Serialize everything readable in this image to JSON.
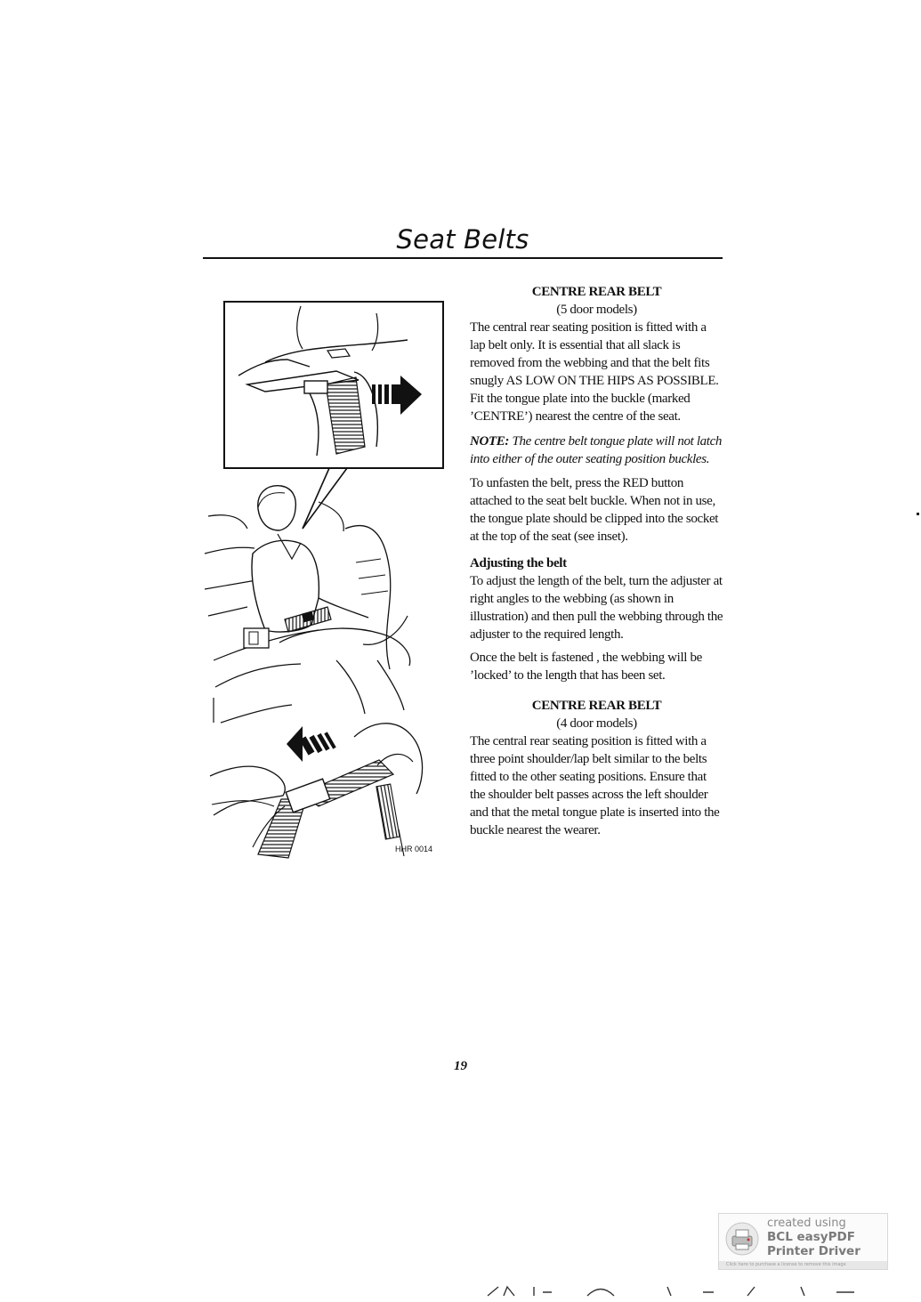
{
  "page": {
    "title": "Seat Belts",
    "page_number": "19"
  },
  "figure": {
    "reference_code": "HHR 0014"
  },
  "sections": {
    "centre_5door": {
      "heading": "CENTRE REAR BELT",
      "subheading": "(5 door models)",
      "paragraph": "The central rear seating position is fitted with a lap belt only. It is essential that all slack is removed from the webbing and that the belt fits snugly AS LOW ON THE HIPS AS POSSIBLE. Fit the tongue plate into the buckle (marked ’CENTRE’) nearest the centre of the seat.",
      "note_label": "NOTE:",
      "note_text": " The centre belt tongue plate will not latch into either of the outer seating position buckles.",
      "unfasten": "To unfasten the belt, press the RED button attached to the seat belt buckle. When not in use, the tongue plate should be clipped into the socket at the top of the seat (see inset)."
    },
    "adjusting": {
      "heading": "Adjusting the belt",
      "paragraph": "To adjust the length of the belt, turn the adjuster at right angles to the webbing (as shown in illustration) and then pull the webbing through the adjuster to the required length.",
      "locked": "Once the belt is fastened , the webbing will be ’locked’ to the length that has been set."
    },
    "centre_4door": {
      "heading": "CENTRE REAR BELT",
      "subheading": "(4 door models)",
      "paragraph": "The central rear seating position is fitted with a three point shoulder/lap belt similar to the belts fitted to the other seating positions. Ensure that the shoulder belt passes across the left shoulder and that the metal tongue plate is inserted into the buckle nearest the wearer."
    }
  },
  "badge": {
    "line1": "created using",
    "line2": "BCL easyPDF",
    "line3": "Printer Driver",
    "strip": "Click here to purchase a license to remove this image"
  }
}
